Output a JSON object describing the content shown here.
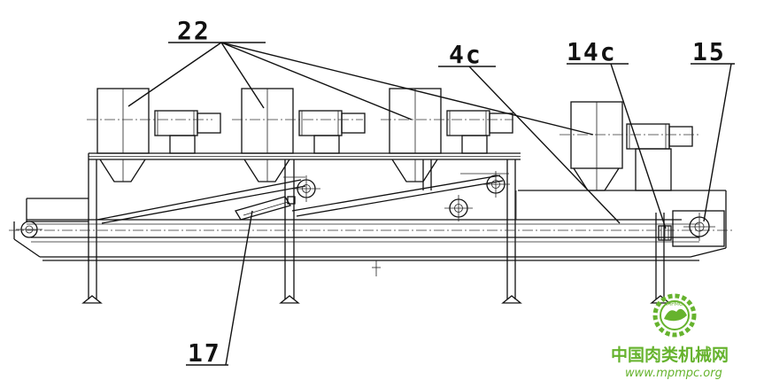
{
  "callouts": {
    "fans": "22",
    "belt": "4c",
    "sensor": "14c",
    "drive": "15",
    "nozzle": "17"
  },
  "watermark": {
    "logo_text": "MPMC",
    "name_cn": "中国肉类机械网",
    "url": "www.mpmpc.org"
  },
  "colors": {
    "line": "#111111",
    "watermark": "#66b32e"
  }
}
